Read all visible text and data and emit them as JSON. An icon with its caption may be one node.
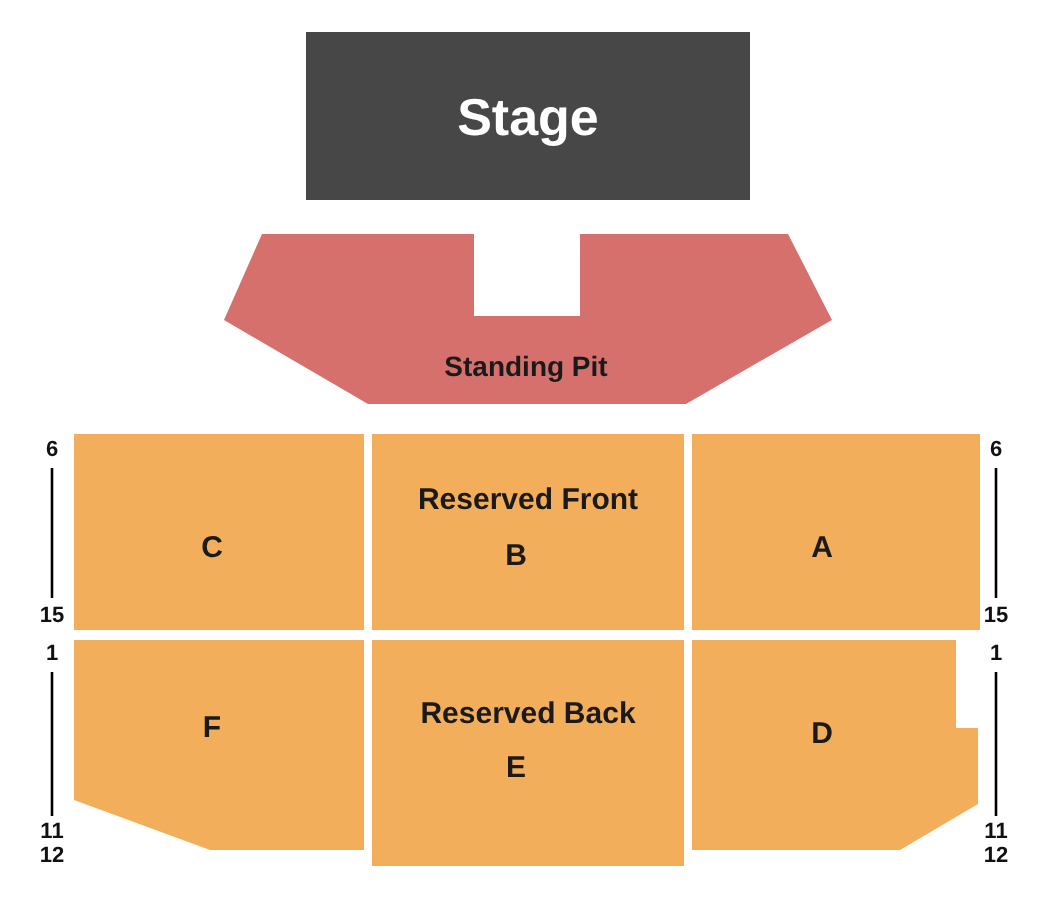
{
  "diagram": {
    "nodes": [
      {
        "text": [
          "Stage"
        ]
      },
      {
        "text": [
          "Standing Pit"
        ]
      },
      {
        "text": [
          "C"
        ]
      },
      {
        "text": [
          "Reserved Front",
          "B"
        ]
      },
      {
        "text": [
          "A"
        ]
      },
      {
        "text": [
          "F"
        ]
      },
      {
        "text": [
          "Reserved Back",
          "E"
        ]
      },
      {
        "text": [
          "D"
        ]
      }
    ],
    "edges": [],
    "labels": [
      "6",
      "6",
      "15",
      "15",
      "1",
      "1",
      "11",
      "11",
      "12",
      "12"
    ]
  }
}
